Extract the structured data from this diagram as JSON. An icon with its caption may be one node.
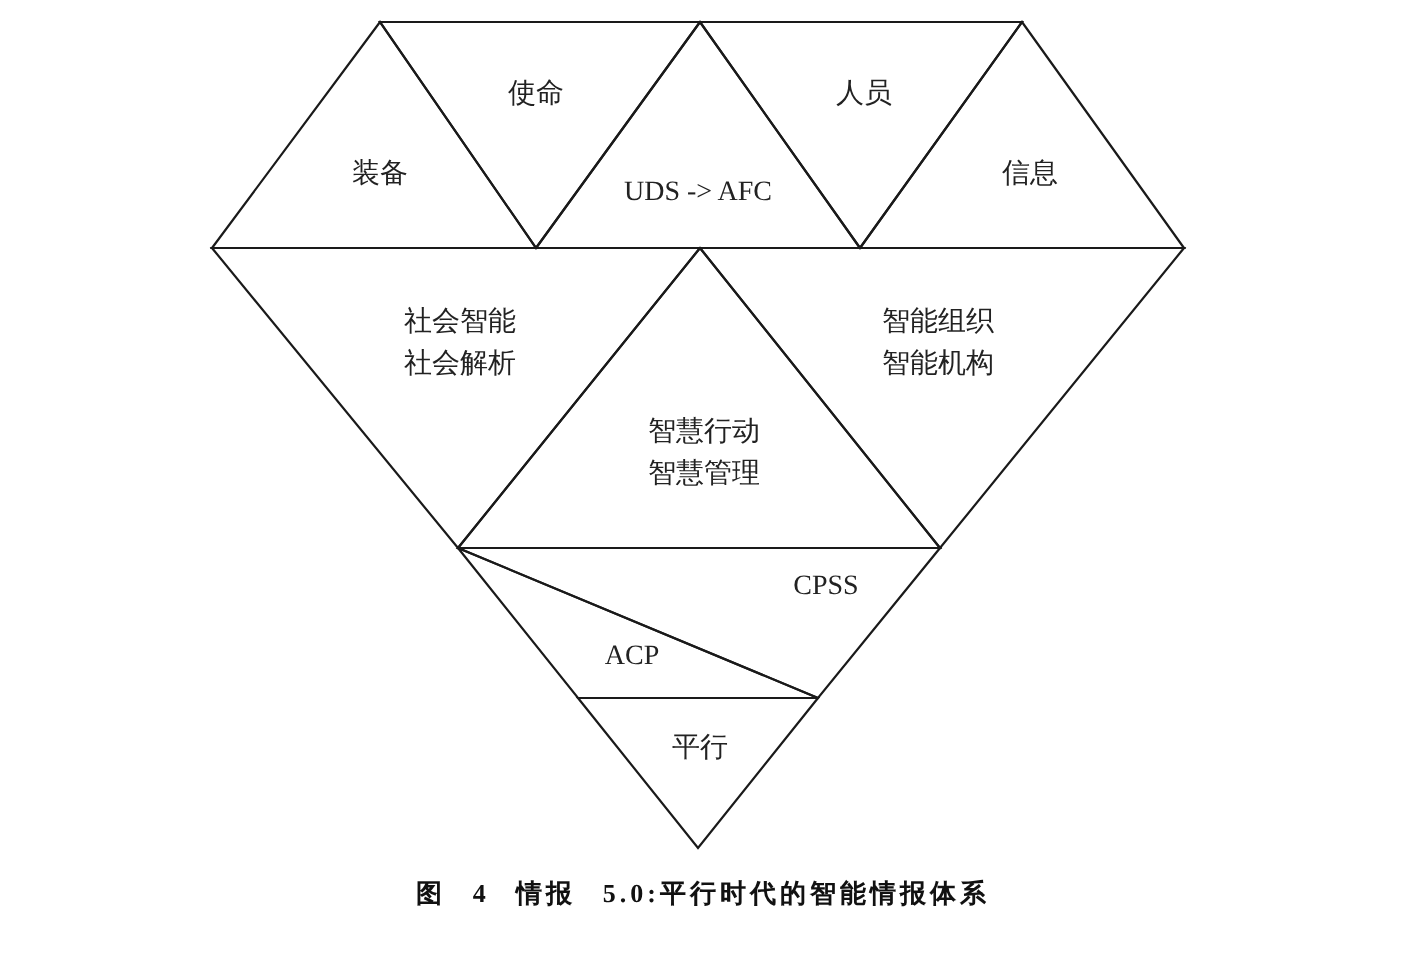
{
  "diagram": {
    "caption": "图 4 情报 5.0:平行时代的智能情报体系",
    "nodes": [
      {
        "text": [
          "装备"
        ]
      },
      {
        "text": [
          "使命"
        ]
      },
      {
        "text": [
          "UDS -> AFC"
        ]
      },
      {
        "text": [
          "人员"
        ]
      },
      {
        "text": [
          "信息"
        ]
      },
      {
        "text": [
          "社会智能",
          "社会解析"
        ]
      },
      {
        "text": [
          "智能组织",
          "智能机构"
        ]
      },
      {
        "text": [
          "智慧行动",
          "智慧管理"
        ]
      },
      {
        "text": [
          "CPSS"
        ]
      },
      {
        "text": [
          "ACP"
        ]
      },
      {
        "text": [
          "平行"
        ]
      }
    ]
  }
}
